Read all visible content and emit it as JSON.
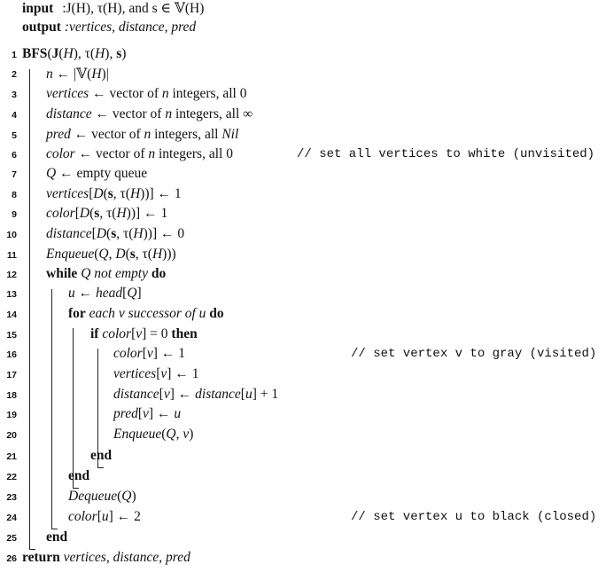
{
  "header": {
    "input_keyword": "input",
    "input_text": ":J(H), τ(H), and s ∈ 𝕍(H)",
    "output_keyword": "output",
    "output_text": ":vertices, distance, pred"
  },
  "lines": [
    {
      "n": "1",
      "text": "BFS(J(H), τ(H), s)",
      "comment": ""
    },
    {
      "n": "2",
      "text": "n ← |𝕍(H)|",
      "comment": ""
    },
    {
      "n": "3",
      "text": "vertices ← vector of n integers, all 0",
      "comment": ""
    },
    {
      "n": "4",
      "text": "distance ← vector of n integers, all ∞",
      "comment": ""
    },
    {
      "n": "5",
      "text": "pred ← vector of n integers, all Nil",
      "comment": ""
    },
    {
      "n": "6",
      "text": "color ← vector of n integers, all 0",
      "comment": "// set all vertices to white (unvisited)"
    },
    {
      "n": "7",
      "text": "Q ← empty queue",
      "comment": ""
    },
    {
      "n": "8",
      "text": "vertices[D(s, τ(H))] ← 1",
      "comment": ""
    },
    {
      "n": "9",
      "text": "color[D(s, τ(H))] ← 1",
      "comment": ""
    },
    {
      "n": "10",
      "text": "distance[D(s, τ(H))] ← 0",
      "comment": ""
    },
    {
      "n": "11",
      "text": "Enqueue(Q, D(s, τ(H)))",
      "comment": ""
    },
    {
      "n": "12",
      "text": "while Q not empty do",
      "comment": ""
    },
    {
      "n": "13",
      "text": "u ← head[Q]",
      "comment": ""
    },
    {
      "n": "14",
      "text": "for each v successor of u do",
      "comment": ""
    },
    {
      "n": "15",
      "text": "if color[v] = 0 then",
      "comment": ""
    },
    {
      "n": "16",
      "text": "color[v] ← 1",
      "comment": "// set vertex v to gray (visited)"
    },
    {
      "n": "17",
      "text": "vertices[v] ← 1",
      "comment": ""
    },
    {
      "n": "18",
      "text": "distance[v] ← distance[u] + 1",
      "comment": ""
    },
    {
      "n": "19",
      "text": "pred[v] ← u",
      "comment": ""
    },
    {
      "n": "20",
      "text": "Enqueue(Q, v)",
      "comment": ""
    },
    {
      "n": "21",
      "text": "end",
      "comment": ""
    },
    {
      "n": "22",
      "text": "end",
      "comment": ""
    },
    {
      "n": "23",
      "text": "Dequeue(Q)",
      "comment": ""
    },
    {
      "n": "24",
      "text": "color[u] ← 2",
      "comment": "// set vertex u to black (closed)"
    },
    {
      "n": "25",
      "text": "end",
      "comment": ""
    },
    {
      "n": "26",
      "text": "return vertices, distance, pred",
      "comment": ""
    }
  ]
}
